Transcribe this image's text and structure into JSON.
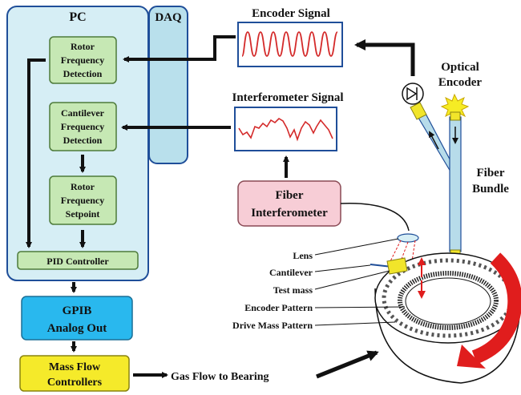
{
  "pc": {
    "title": "PC"
  },
  "daq": {
    "title": "DAQ"
  },
  "blocks": {
    "rotor_detect": [
      "Rotor",
      "Frequency",
      "Detection"
    ],
    "cantilever_detect": [
      "Cantilever",
      "Frequency",
      "Detection"
    ],
    "rotor_setpoint": [
      "Rotor",
      "Frequency",
      "Setpoint"
    ],
    "pid": "PID Controller",
    "gpib": [
      "GPIB",
      "Analog Out"
    ],
    "mfc": [
      "Mass Flow",
      "Controllers"
    ],
    "interferometer": [
      "Fiber",
      "Interferometer"
    ]
  },
  "signals": {
    "encoder_title": "Encoder Signal",
    "interferometer_title": "Interferometer Signal"
  },
  "labels": {
    "optical_encoder": [
      "Optical",
      "Encoder"
    ],
    "fiber_bundle": [
      "Fiber",
      "Bundle"
    ],
    "gas_flow": "Gas Flow to Bearing",
    "lens": "Lens",
    "cantilever": "Cantilever",
    "test_mass": "Test mass",
    "encoder_pattern": "Encoder Pattern",
    "drive_mass_pattern": "Drive Mass Pattern"
  },
  "colors": {
    "panel_fill": "#d6eef5",
    "panel_stroke": "#1f4e99",
    "block_fill": "#c6e8b4",
    "block_stroke": "#4d7a3a",
    "gpib_fill": "#29b8ee",
    "mfc_fill": "#f5ea2a",
    "interferometer_fill": "#f7cdd6",
    "signal_line": "#d42a2a",
    "signal_frame": "#1f4e99",
    "fiber_fill": "#b7dcea",
    "red_arrow": "#e01d1d"
  }
}
